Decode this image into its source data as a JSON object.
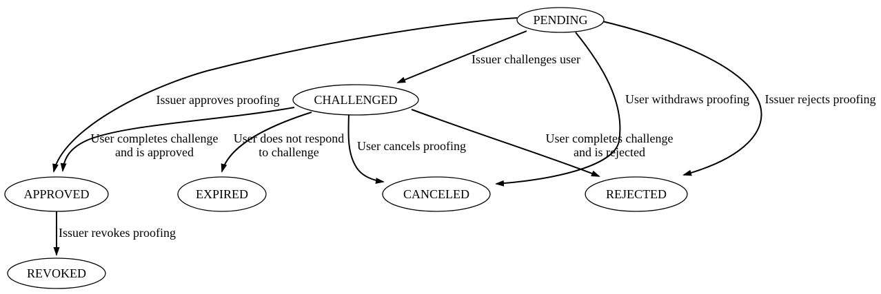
{
  "diagram": {
    "type": "state-diagram",
    "background_color": "#ffffff",
    "stroke_color": "#000000",
    "text_color": "#000000",
    "nodes": {
      "pending": {
        "label": "PENDING"
      },
      "challenged": {
        "label": "CHALLENGED"
      },
      "approved": {
        "label": "APPROVED"
      },
      "expired": {
        "label": "EXPIRED"
      },
      "canceled": {
        "label": "CANCELED"
      },
      "rejected": {
        "label": "REJECTED"
      },
      "revoked": {
        "label": "REVOKED"
      }
    },
    "edges": {
      "pending_challenged": {
        "from": "PENDING",
        "to": "CHALLENGED",
        "lines": [
          "Issuer challenges user"
        ]
      },
      "pending_approved": {
        "from": "PENDING",
        "to": "APPROVED",
        "lines": [
          "Issuer approves proofing"
        ]
      },
      "pending_canceled": {
        "from": "PENDING",
        "to": "CANCELED",
        "lines": [
          "User withdraws proofing"
        ]
      },
      "pending_rejected": {
        "from": "PENDING",
        "to": "REJECTED",
        "lines": [
          "Issuer rejects proofing"
        ]
      },
      "challenged_approved": {
        "from": "CHALLENGED",
        "to": "APPROVED",
        "lines": [
          "User completes challenge",
          "and is approved"
        ]
      },
      "challenged_expired": {
        "from": "CHALLENGED",
        "to": "EXPIRED",
        "lines": [
          "User does not respond",
          "to challenge"
        ]
      },
      "challenged_canceled": {
        "from": "CHALLENGED",
        "to": "CANCELED",
        "lines": [
          "User cancels proofing"
        ]
      },
      "challenged_rejected": {
        "from": "CHALLENGED",
        "to": "REJECTED",
        "lines": [
          "User completes challenge",
          "and is rejected"
        ]
      },
      "approved_revoked": {
        "from": "APPROVED",
        "to": "REVOKED",
        "lines": [
          "Issuer revokes proofing"
        ]
      }
    }
  }
}
